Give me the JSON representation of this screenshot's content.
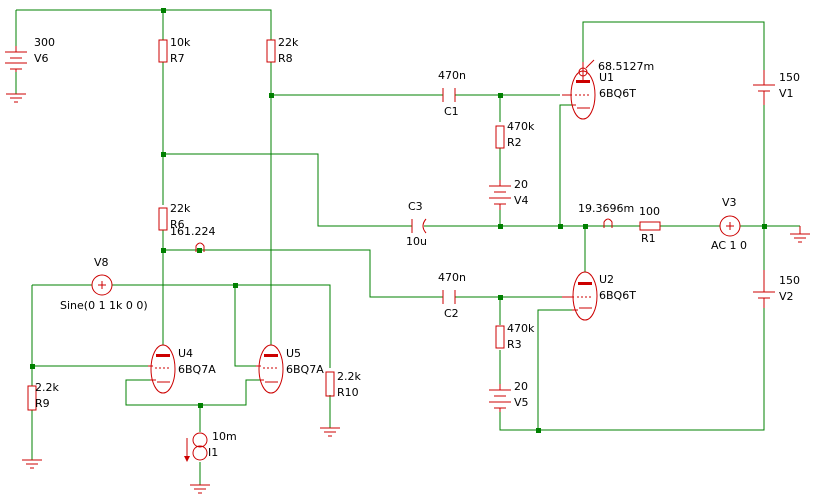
{
  "components": {
    "V6": {
      "value": "300",
      "ref": "V6"
    },
    "R7": {
      "value": "10k",
      "ref": "R7"
    },
    "R8": {
      "value": "22k",
      "ref": "R8"
    },
    "R6": {
      "value": "22k",
      "ref": "R6"
    },
    "C1": {
      "value": "470n",
      "ref": "C1"
    },
    "C2": {
      "value": "470n",
      "ref": "C2"
    },
    "C3": {
      "value": "10u",
      "ref": "C3"
    },
    "R2": {
      "value": "470k",
      "ref": "R2"
    },
    "R3": {
      "value": "470k",
      "ref": "R3"
    },
    "V4": {
      "value": "20",
      "ref": "V4"
    },
    "V5": {
      "value": "20",
      "ref": "V5"
    },
    "U1": {
      "ref": "U1",
      "model": "6BQ6T"
    },
    "U2": {
      "ref": "U2",
      "model": "6BQ6T"
    },
    "U4": {
      "ref": "U4",
      "model": "6BQ7A"
    },
    "U5": {
      "ref": "U5",
      "model": "6BQ7A"
    },
    "V1": {
      "value": "150",
      "ref": "V1"
    },
    "V2": {
      "value": "150",
      "ref": "V2"
    },
    "V3": {
      "ref": "V3",
      "value": "AC 1 0"
    },
    "R1": {
      "value": "100",
      "ref": "R1"
    },
    "V8": {
      "ref": "V8",
      "value": "Sine(0 1 1k 0 0)"
    },
    "R9": {
      "value": "2.2k",
      "ref": "R9"
    },
    "R10": {
      "value": "2.2k",
      "ref": "R10"
    },
    "I1": {
      "value": "10m",
      "ref": "I1"
    }
  },
  "probes": {
    "p1": "68.5127m",
    "p2": "19.3696m",
    "p3": "161.224"
  },
  "colors": {
    "wire": "#008000",
    "component": "#cc0000",
    "text": "#000000"
  }
}
